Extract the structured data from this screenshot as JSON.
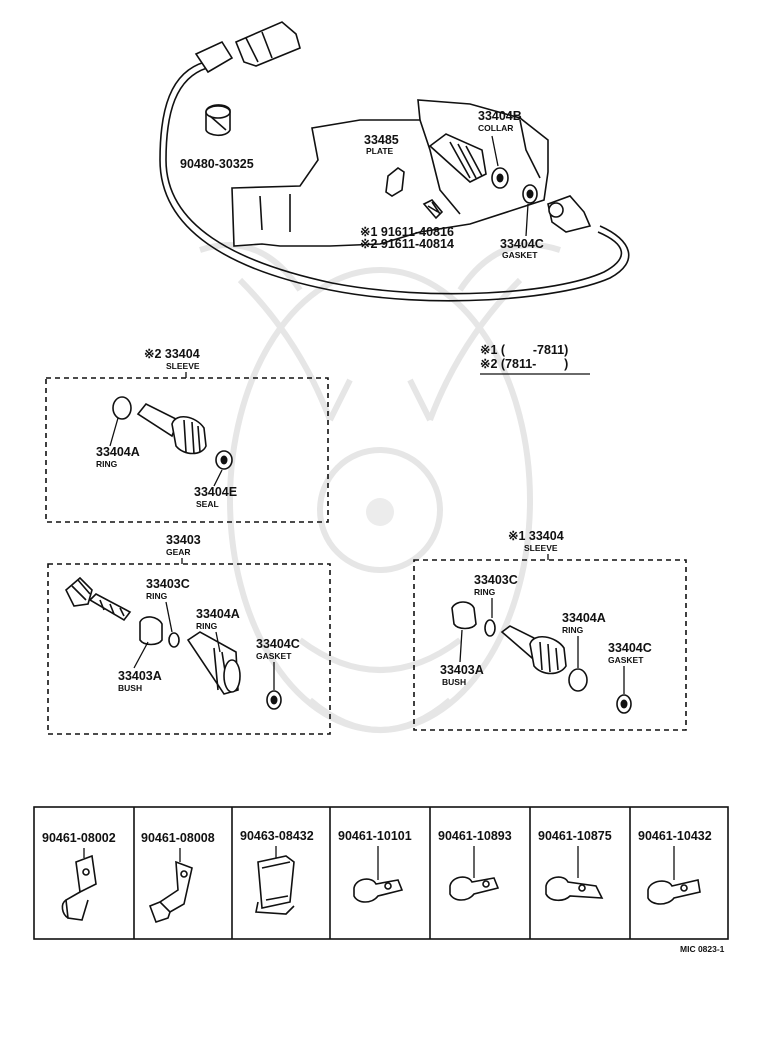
{
  "main_assembly": {
    "plug_part": "90480-30325",
    "plate": {
      "number": "33485",
      "desc": "PLATE"
    },
    "collar": {
      "number": "33404B",
      "desc": "COLLAR"
    },
    "gasket": {
      "number": "33404C",
      "desc": "GASKET"
    },
    "screw_1": "※1 91611-40816",
    "screw_2": "※2 91611-40814"
  },
  "legend": {
    "line1": "※1 (        -7811)",
    "line2": "※2 (7811-        )"
  },
  "sleeve_2": {
    "title": "※2 33404",
    "desc": "SLEEVE",
    "ring": {
      "number": "33404A",
      "desc": "RING"
    },
    "seal": {
      "number": "33404E",
      "desc": "SEAL"
    }
  },
  "gear": {
    "title": "33403",
    "desc": "GEAR",
    "ring_c": {
      "number": "33403C",
      "desc": "RING"
    },
    "ring_a": {
      "number": "33404A",
      "desc": "RING"
    },
    "gasket": {
      "number": "33404C",
      "desc": "GASKET"
    },
    "bush": {
      "number": "33403A",
      "desc": "BUSH"
    }
  },
  "sleeve_1": {
    "title": "※1 33404",
    "desc": "SLEEVE",
    "ring_c": {
      "number": "33403C",
      "desc": "RING"
    },
    "ring_a": {
      "number": "33404A",
      "desc": "RING"
    },
    "gasket": {
      "number": "33404C",
      "desc": "GASKET"
    },
    "bush": {
      "number": "33403A",
      "desc": "BUSH"
    }
  },
  "clamps": [
    "90461-08002",
    "90461-08008",
    "90463-08432",
    "90461-10101",
    "90461-10893",
    "90461-10875",
    "90461-10432"
  ],
  "figure_code": "MIC 0823-1"
}
